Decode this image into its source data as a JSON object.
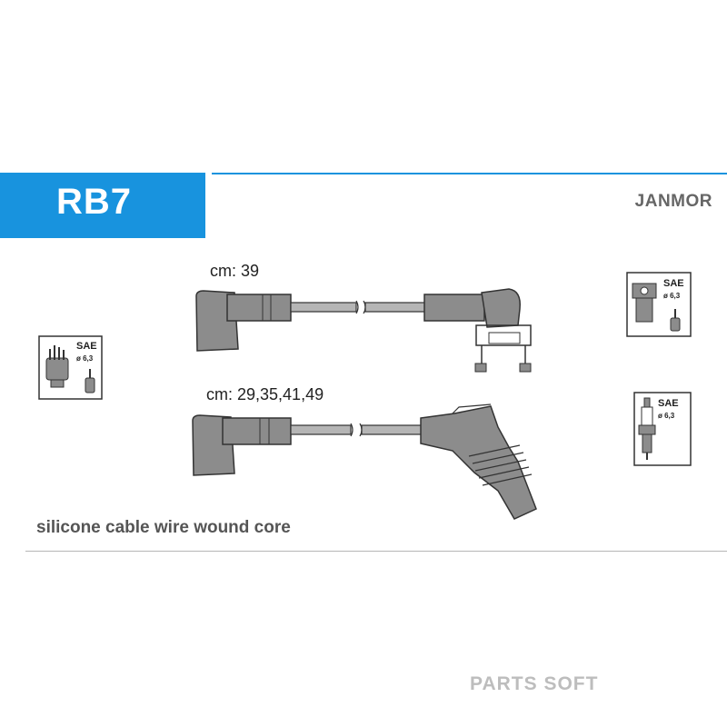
{
  "header": {
    "part_code": "RB7",
    "brand": "JANMOR"
  },
  "cables": [
    {
      "length_label": "cm: 39"
    },
    {
      "length_label": "cm: 29,35,41,49"
    }
  ],
  "connectors": {
    "distributor": {
      "standard": "SAE",
      "diameter": "ø 6,3"
    },
    "coil": {
      "standard": "SAE",
      "diameter": "ø 6,3"
    },
    "spark_plug": {
      "standard": "SAE",
      "diameter": "ø 6,3"
    }
  },
  "description": "silicone cable wire wound core",
  "watermark": "PARTS SOFT",
  "colors": {
    "accent": "#1893de",
    "boot_fill": "#8c8c8c",
    "outline": "#333333"
  }
}
